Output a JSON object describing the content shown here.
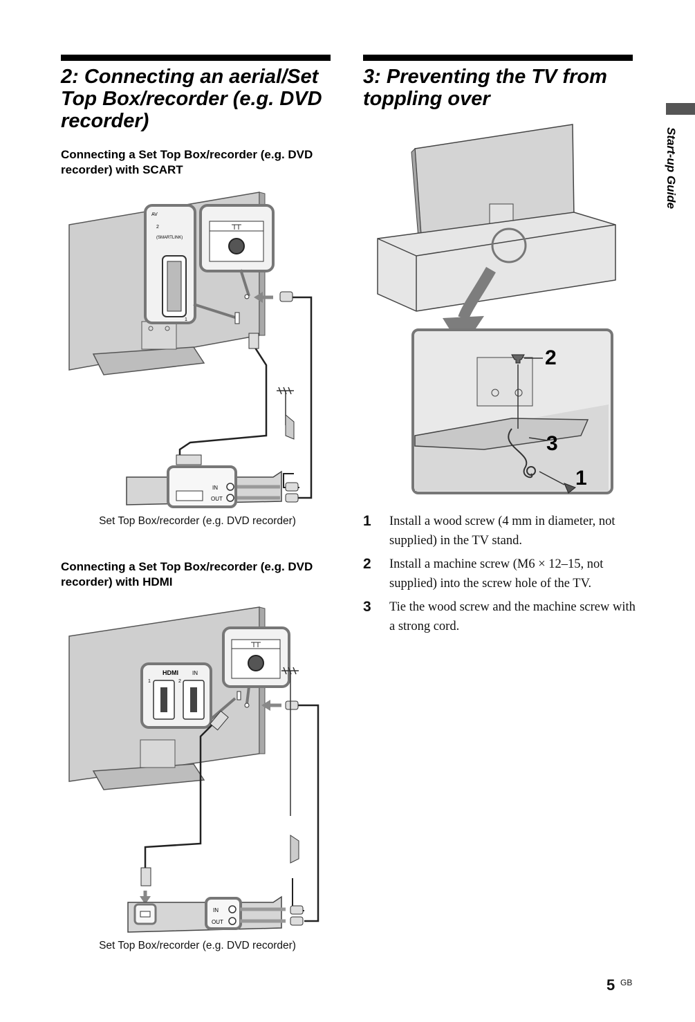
{
  "left": {
    "heading": "2: Connecting an aerial/Set Top Box/recorder (e.g. DVD recorder)",
    "scart": {
      "subheading": "Connecting a Set Top Box/recorder (e.g. DVD recorder) with SCART",
      "caption": "Set Top Box/recorder (e.g. DVD recorder)",
      "labels": {
        "av": "AV",
        "port": "2",
        "smartlink": "(SMARTLINK)",
        "in": "IN",
        "out": "OUT",
        "one": "1"
      }
    },
    "hdmi": {
      "subheading": "Connecting a Set Top Box/recorder (e.g. DVD recorder) with HDMI",
      "caption": "Set Top Box/recorder (e.g. DVD recorder)",
      "labels": {
        "hdmi": "HDMI",
        "hdmi_in": "IN",
        "port1": "1",
        "port2": "2",
        "in": "IN",
        "out": "OUT"
      }
    }
  },
  "right": {
    "heading": "3: Preventing the TV from toppling over",
    "callouts": [
      "2",
      "3",
      "1"
    ],
    "steps": [
      {
        "num": "1",
        "text": "Install a wood screw (4 mm in diameter, not supplied) in the TV stand."
      },
      {
        "num": "2",
        "text": "Install a machine screw (M6 × 12–15, not supplied) into the screw hole of the TV."
      },
      {
        "num": "3",
        "text": "Tie the wood screw and the machine screw with a strong cord."
      }
    ]
  },
  "side_tab": {
    "label": "Start-up Guide"
  },
  "page": {
    "number": "5",
    "suffix": "GB"
  }
}
